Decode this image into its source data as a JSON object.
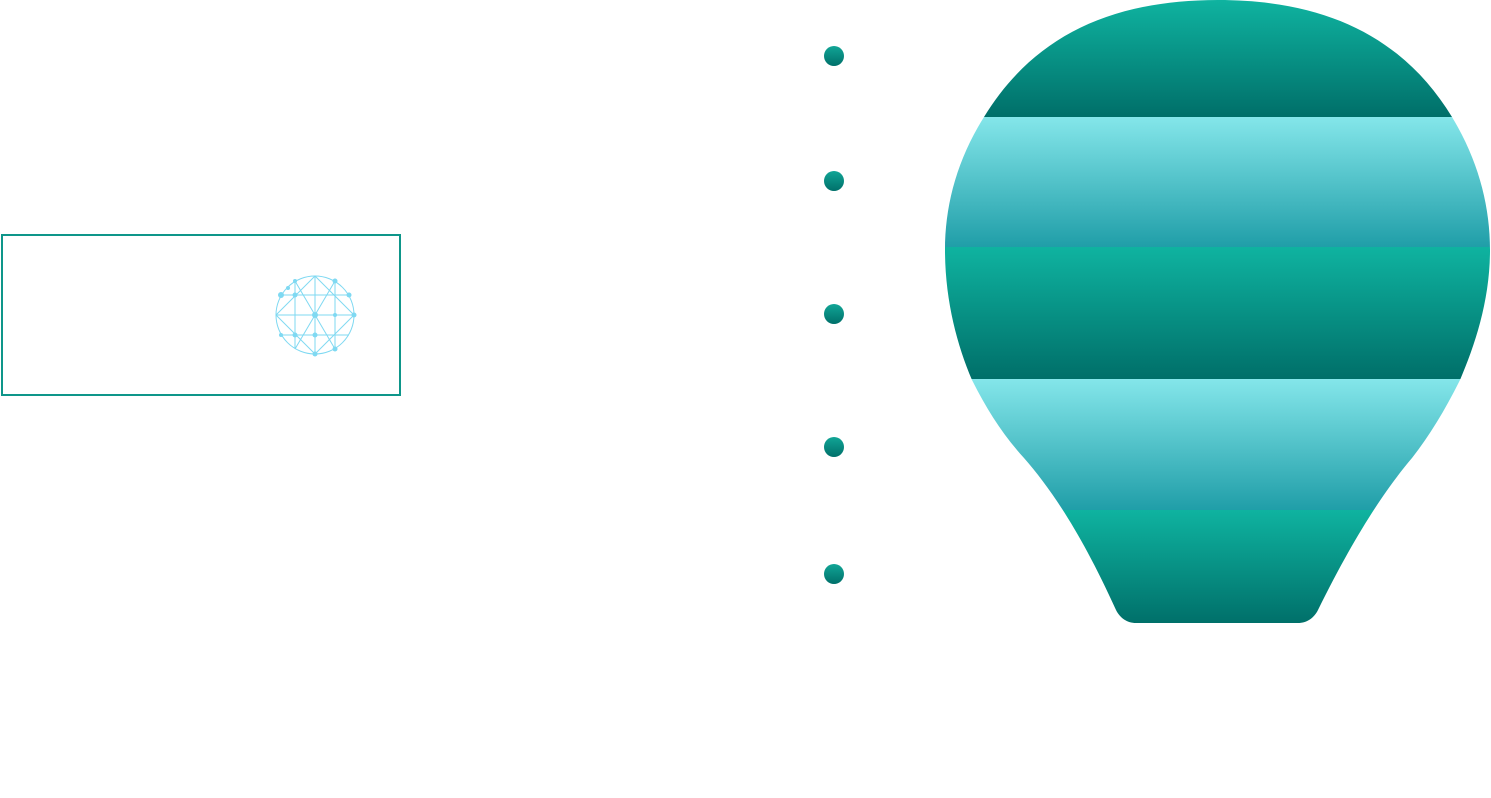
{
  "card": {
    "title": "",
    "globe_icon": "globe-network-icon"
  },
  "bullets": [
    {
      "icon": "bullet-dot-icon",
      "label": ""
    },
    {
      "icon": "bullet-dot-icon",
      "label": ""
    },
    {
      "icon": "bullet-dot-icon",
      "label": ""
    },
    {
      "icon": "bullet-dot-icon",
      "label": ""
    },
    {
      "icon": "bullet-dot-icon",
      "label": ""
    }
  ],
  "bulb": {
    "icon": "lightbulb-icon",
    "bands": [
      {
        "name": "band-1",
        "text": ""
      },
      {
        "name": "band-2",
        "text": ""
      },
      {
        "name": "band-3",
        "text": ""
      },
      {
        "name": "band-4",
        "text": ""
      },
      {
        "name": "band-5",
        "text": ""
      }
    ]
  },
  "colors": {
    "teal_dark": "#006f69",
    "teal": "#0fb3a0",
    "aqua_light": "#84e6ea",
    "aqua_mid": "#209ea8",
    "border": "#0e968a",
    "globe": "#7fd9f2"
  }
}
